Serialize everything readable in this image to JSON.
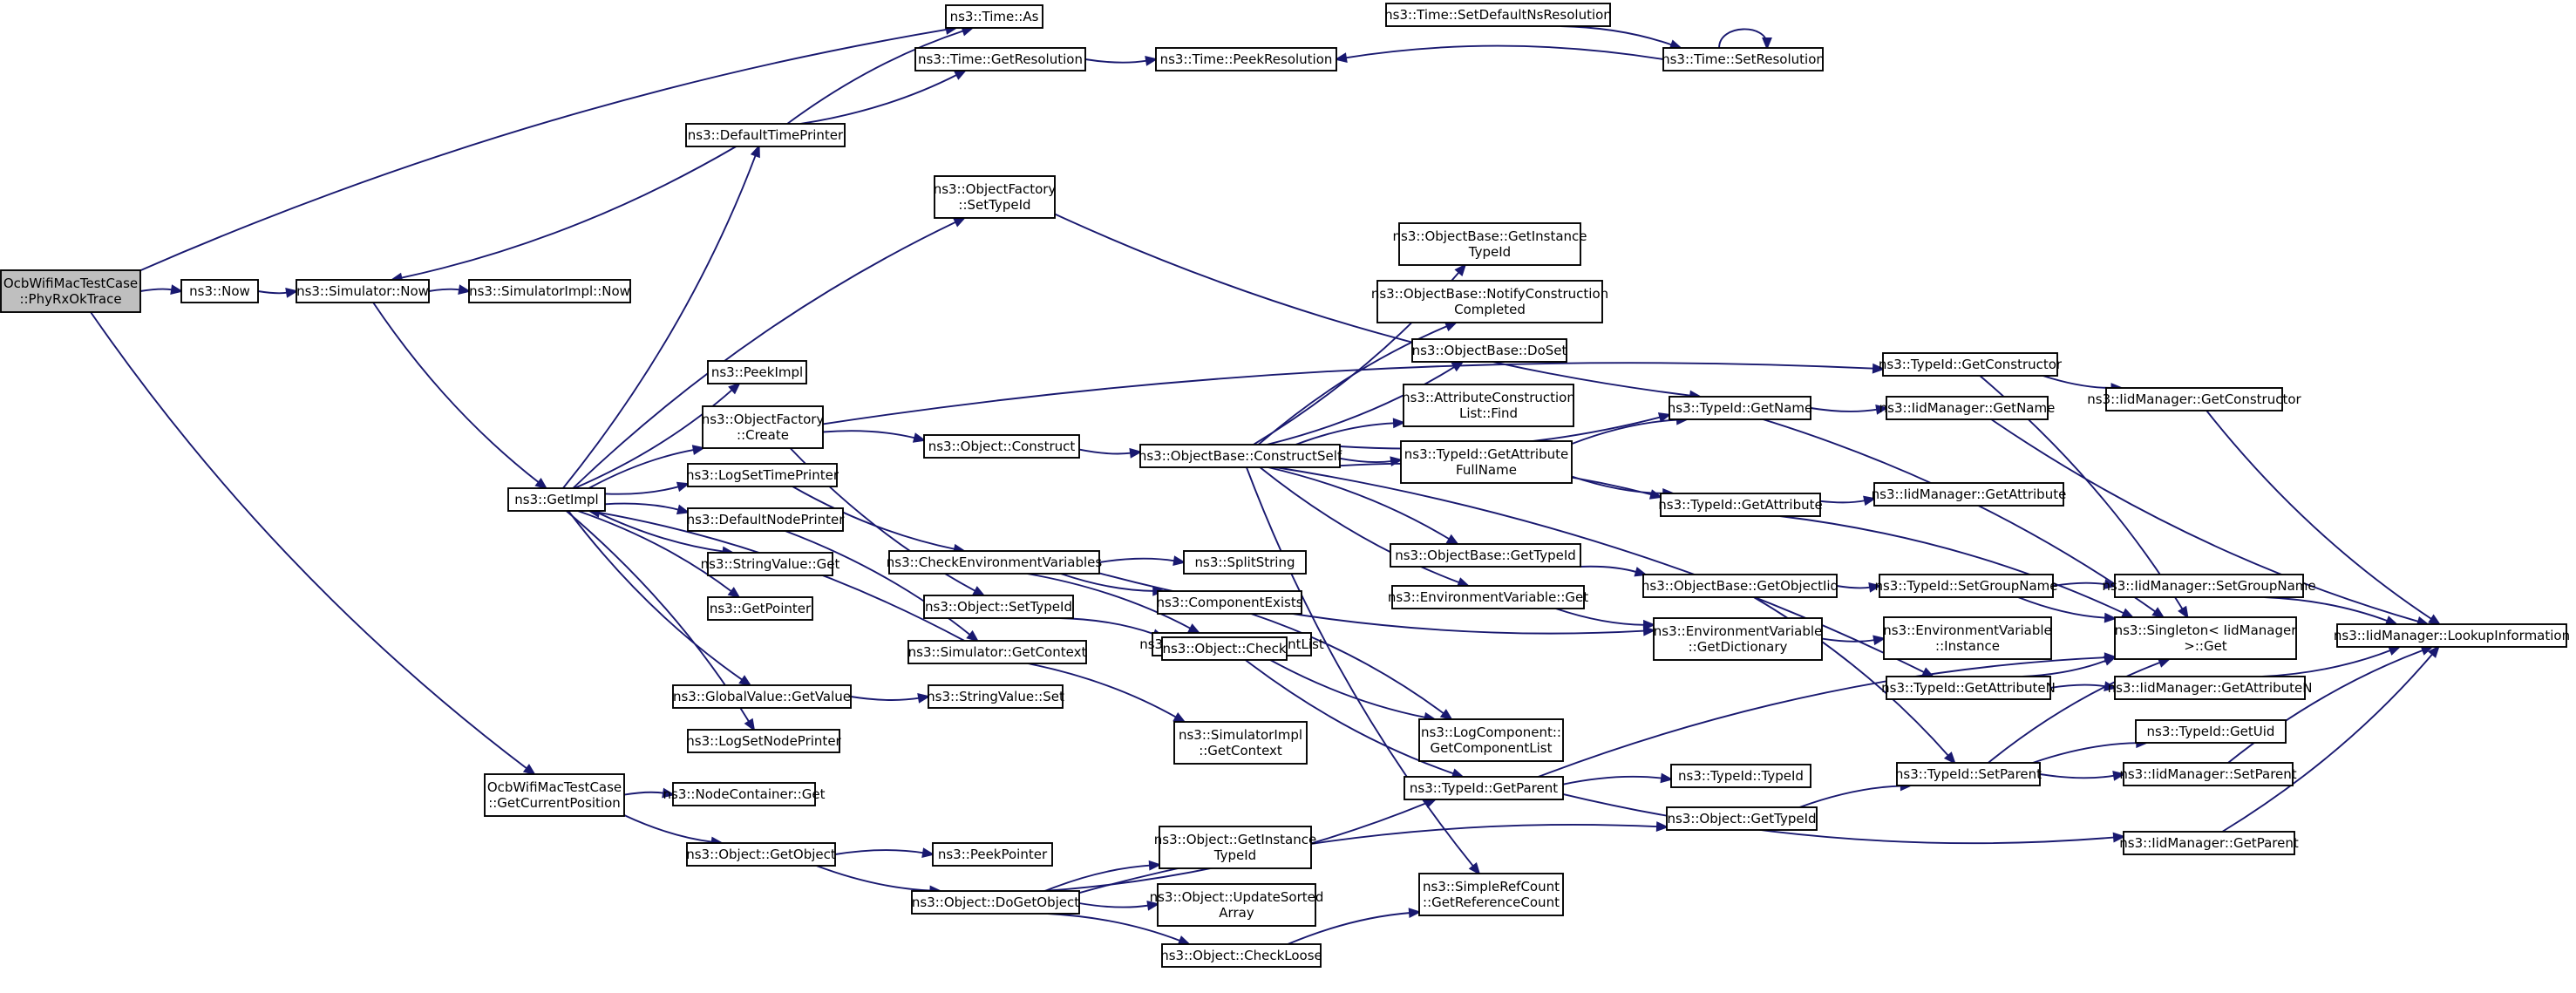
{
  "colors": {
    "edge": "#191970",
    "node_border": "#000000",
    "root_fill": "#bfbfbf",
    "node_fill": "#ffffff"
  },
  "nodes": [
    {
      "id": "root",
      "lines": [
        "OcbWifiMacTestCase",
        "::PhyRxOkTrace"
      ],
      "root": true
    },
    {
      "id": "now",
      "lines": [
        "ns3::Now"
      ]
    },
    {
      "id": "simnow",
      "lines": [
        "ns3::Simulator::Now"
      ]
    },
    {
      "id": "simimplnow",
      "lines": [
        "ns3::SimulatorImpl::Now"
      ]
    },
    {
      "id": "timeas",
      "lines": [
        "ns3::Time::As"
      ]
    },
    {
      "id": "getres",
      "lines": [
        "ns3::Time::GetResolution"
      ]
    },
    {
      "id": "peekres",
      "lines": [
        "ns3::Time::PeekResolution"
      ]
    },
    {
      "id": "setdefns",
      "lines": [
        "ns3::Time::SetDefaultNsResolution"
      ]
    },
    {
      "id": "setres",
      "lines": [
        "ns3::Time::SetResolution"
      ]
    },
    {
      "id": "deftimeprinter",
      "lines": [
        "ns3::DefaultTimePrinter"
      ]
    },
    {
      "id": "ofsettypeid",
      "lines": [
        "ns3::ObjectFactory",
        "::SetTypeId"
      ]
    },
    {
      "id": "peekimpl",
      "lines": [
        "ns3::PeekImpl"
      ]
    },
    {
      "id": "ofcreate",
      "lines": [
        "ns3::ObjectFactory",
        "::Create"
      ]
    },
    {
      "id": "getimpl",
      "lines": [
        "ns3::GetImpl"
      ]
    },
    {
      "id": "logsettimeprinter",
      "lines": [
        "ns3::LogSetTimePrinter"
      ]
    },
    {
      "id": "defnodeprinter",
      "lines": [
        "ns3::DefaultNodePrinter"
      ]
    },
    {
      "id": "stringvalueget",
      "lines": [
        "ns3::StringValue::Get"
      ]
    },
    {
      "id": "getpointer",
      "lines": [
        "ns3::GetPointer"
      ]
    },
    {
      "id": "simgetcontext",
      "lines": [
        "ns3::Simulator::GetContext"
      ]
    },
    {
      "id": "gvgetvalue",
      "lines": [
        "ns3::GlobalValue::GetValue"
      ]
    },
    {
      "id": "logsetnodeprinter",
      "lines": [
        "ns3::LogSetNodePrinter"
      ]
    },
    {
      "id": "getcurpos",
      "lines": [
        "OcbWifiMacTestCase",
        "::GetCurrentPosition"
      ]
    },
    {
      "id": "ncget",
      "lines": [
        "ns3::NodeContainer::Get"
      ]
    },
    {
      "id": "objgetobject",
      "lines": [
        "ns3::Object::GetObject"
      ]
    },
    {
      "id": "peekpointer",
      "lines": [
        "ns3::PeekPointer"
      ]
    },
    {
      "id": "objdogetobject",
      "lines": [
        "ns3::Object::DoGetObject"
      ]
    },
    {
      "id": "objconstruct",
      "lines": [
        "ns3::Object::Construct"
      ]
    },
    {
      "id": "checkenv",
      "lines": [
        "ns3::CheckEnvironmentVariables"
      ]
    },
    {
      "id": "objsettypeid",
      "lines": [
        "ns3::Object::SetTypeId"
      ]
    },
    {
      "id": "splitstring",
      "lines": [
        "ns3::SplitString"
      ]
    },
    {
      "id": "compexists",
      "lines": [
        "ns3::ComponentExists"
      ]
    },
    {
      "id": "logcompprintlist",
      "lines": [
        "ns3::LogComponentPrintList"
      ]
    },
    {
      "id": "objcheck",
      "lines": [
        "ns3::Object::Check"
      ]
    },
    {
      "id": "stringvalueset",
      "lines": [
        "ns3::StringValue::Set"
      ]
    },
    {
      "id": "simimplgetcontext",
      "lines": [
        "ns3::SimulatorImpl",
        "::GetContext"
      ]
    },
    {
      "id": "objgetinsttypeid",
      "lines": [
        "ns3::Object::GetInstance",
        "TypeId"
      ]
    },
    {
      "id": "objupdatesorted",
      "lines": [
        "ns3::Object::UpdateSorted",
        "Array"
      ]
    },
    {
      "id": "objcheckloose",
      "lines": [
        "ns3::Object::CheckLoose"
      ]
    },
    {
      "id": "obconstructself",
      "lines": [
        "ns3::ObjectBase::ConstructSelf"
      ]
    },
    {
      "id": "obgetinsttypeid",
      "lines": [
        "ns3::ObjectBase::GetInstance",
        "TypeId"
      ]
    },
    {
      "id": "obnotify",
      "lines": [
        "ns3::ObjectBase::NotifyConstruction",
        "Completed"
      ]
    },
    {
      "id": "obdoset",
      "lines": [
        "ns3::ObjectBase::DoSet"
      ]
    },
    {
      "id": "acfind",
      "lines": [
        "ns3::AttributeConstruction",
        "List::Find"
      ]
    },
    {
      "id": "tidgetattrfullname",
      "lines": [
        "ns3::TypeId::GetAttribute",
        "FullName"
      ]
    },
    {
      "id": "obgettypeid",
      "lines": [
        "ns3::ObjectBase::GetTypeId"
      ]
    },
    {
      "id": "envget",
      "lines": [
        "ns3::EnvironmentVariable::Get"
      ]
    },
    {
      "id": "logcompgetlist",
      "lines": [
        "ns3::LogComponent::",
        "GetComponentList"
      ]
    },
    {
      "id": "tidgetparent",
      "lines": [
        "ns3::TypeId::GetParent"
      ]
    },
    {
      "id": "simplerefcount",
      "lines": [
        "ns3::SimpleRefCount",
        "::GetReferenceCount"
      ]
    },
    {
      "id": "tidgetname",
      "lines": [
        "ns3::TypeId::GetName"
      ]
    },
    {
      "id": "tidgetattribute",
      "lines": [
        "ns3::TypeId::GetAttribute"
      ]
    },
    {
      "id": "obgetobjectiid",
      "lines": [
        "ns3::ObjectBase::GetObjectIid"
      ]
    },
    {
      "id": "envgetdict",
      "lines": [
        "ns3::EnvironmentVariable",
        "::GetDictionary"
      ]
    },
    {
      "id": "tidtypeid",
      "lines": [
        "ns3::TypeId::TypeId"
      ]
    },
    {
      "id": "objgettypeid",
      "lines": [
        "ns3::Object::GetTypeId"
      ]
    },
    {
      "id": "tidgetconstructor",
      "lines": [
        "ns3::TypeId::GetConstructor"
      ]
    },
    {
      "id": "iidgetname",
      "lines": [
        "ns3::IidManager::GetName"
      ]
    },
    {
      "id": "iidgetattribute",
      "lines": [
        "ns3::IidManager::GetAttribute"
      ]
    },
    {
      "id": "tidsetgroupname",
      "lines": [
        "ns3::TypeId::SetGroupName"
      ]
    },
    {
      "id": "envinstance",
      "lines": [
        "ns3::EnvironmentVariable",
        "::Instance"
      ]
    },
    {
      "id": "tidgetattributen",
      "lines": [
        "ns3::TypeId::GetAttributeN"
      ]
    },
    {
      "id": "tidsetparent",
      "lines": [
        "ns3::TypeId::SetParent"
      ]
    },
    {
      "id": "iidgetconstructor",
      "lines": [
        "ns3::IidManager::GetConstructor"
      ]
    },
    {
      "id": "singletonget",
      "lines": [
        "ns3::Singleton< IidManager",
        " >::Get"
      ]
    },
    {
      "id": "iidsetgroupname",
      "lines": [
        "ns3::IidManager::SetGroupName"
      ]
    },
    {
      "id": "iidgetattributen",
      "lines": [
        "ns3::IidManager::GetAttributeN"
      ]
    },
    {
      "id": "tidgetuid",
      "lines": [
        "ns3::TypeId::GetUid"
      ]
    },
    {
      "id": "iidsetparent",
      "lines": [
        "ns3::IidManager::SetParent"
      ]
    },
    {
      "id": "iidgetparent",
      "lines": [
        "ns3::IidManager::GetParent"
      ]
    },
    {
      "id": "iidlookup",
      "lines": [
        "ns3::IidManager::LookupInformation"
      ]
    }
  ]
}
